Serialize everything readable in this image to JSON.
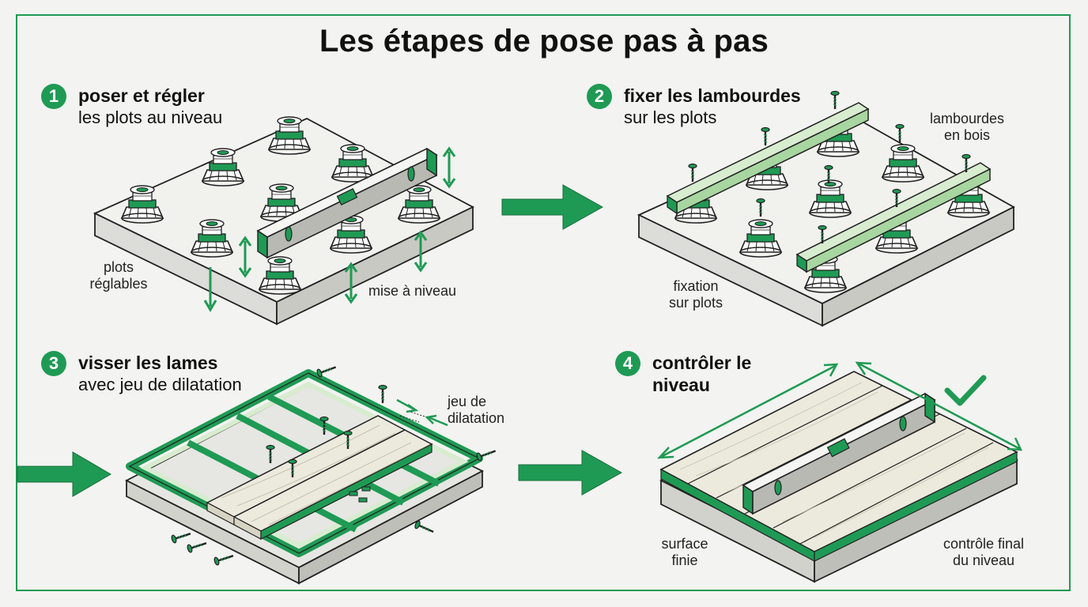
{
  "title": "Les étapes de pose pas à pas",
  "colors": {
    "accent": "#1f9a54",
    "ink": "#222222",
    "wood": "#ece9dd",
    "background": "#f3f3f1"
  },
  "steps": [
    {
      "number": "1",
      "title": "poser et régler",
      "subtitle": "les plots au niveau",
      "labels": {
        "plots_1": "plots",
        "plots_2": "réglables",
        "level": "mise à niveau"
      }
    },
    {
      "number": "2",
      "title": "fixer les lambourdes",
      "subtitle": "sur les plots",
      "labels": {
        "joists_1": "lambourdes",
        "joists_2": "en bois",
        "fix_1": "fixation",
        "fix_2": "sur plots"
      }
    },
    {
      "number": "3",
      "title": "visser les lames",
      "subtitle": "avec jeu de dilatation",
      "labels": {
        "gap_1": "jeu de",
        "gap_2": "dilatation"
      }
    },
    {
      "number": "4",
      "title": "contrôler le",
      "title_line2": "niveau",
      "labels": {
        "surface_1": "surface",
        "surface_2": "finie",
        "control_1": "contrôle final",
        "control_2": "du niveau"
      }
    }
  ],
  "icons": [
    "arrow-right-icon",
    "checkmark-icon",
    "screw-icon",
    "spirit-level-icon",
    "adjustable-pedestal-icon"
  ]
}
